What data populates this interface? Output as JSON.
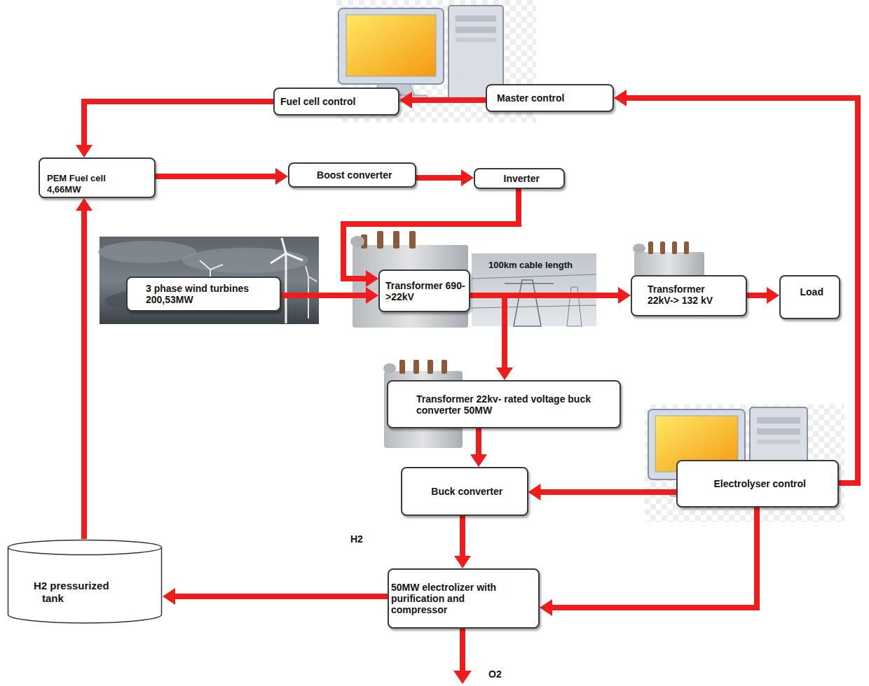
{
  "diagram": {
    "nodes": [
      {
        "text": [
          "Fuel cell control"
        ]
      },
      {
        "text": [
          "Master control"
        ]
      },
      {
        "text": [
          "PEM Fuel cell 4,66MW"
        ]
      },
      {
        "text": [
          "Boost converter"
        ]
      },
      {
        "text": [
          "Inverter"
        ]
      },
      {
        "text": [
          "3 phase wind turbines 200,53MW"
        ]
      },
      {
        "text": [
          "Transformer 690->22kV"
        ]
      },
      {
        "text": [
          "Transformer 22kV-> 132 kV"
        ]
      },
      {
        "text": [
          "Load"
        ]
      },
      {
        "text": [
          "Transformer 22kv- rated voltage buck converter 50MW"
        ]
      },
      {
        "text": [
          "Buck converter"
        ]
      },
      {
        "text": [
          "Electrolyser control"
        ]
      },
      {
        "text": [
          "H2 pressurized tank"
        ]
      },
      {
        "text": [
          "50MW electrolizer with purification and compressor"
        ]
      }
    ],
    "edges": [
      {
        "from": 1,
        "to": 0,
        "arrow": "to"
      },
      {
        "from": 0,
        "to": 2,
        "arrow": "to"
      },
      {
        "from": 2,
        "to": 3,
        "arrow": "to"
      },
      {
        "from": 3,
        "to": 4,
        "arrow": "to"
      },
      {
        "from": 4,
        "to": 6,
        "arrow": "to"
      },
      {
        "from": 5,
        "to": 6,
        "arrow": "to"
      },
      {
        "from": 6,
        "to": 7,
        "arrow": "to"
      },
      {
        "from": 6,
        "to": 9,
        "arrow": "to"
      },
      {
        "from": 7,
        "to": 8,
        "arrow": "to"
      },
      {
        "from": 9,
        "to": 10,
        "arrow": "to"
      },
      {
        "from": 11,
        "to": 10,
        "arrow": "to"
      },
      {
        "from": 11,
        "to": 1,
        "arrow": "to"
      },
      {
        "from": 11,
        "to": 13,
        "arrow": "to"
      },
      {
        "from": 10,
        "to": 13,
        "arrow": "to"
      },
      {
        "from": 13,
        "to": 12,
        "arrow": "to"
      },
      {
        "from": 12,
        "to": 2,
        "arrow": "to"
      }
    ],
    "labels": [
      "100km cable length",
      "H2",
      "O2"
    ]
  }
}
